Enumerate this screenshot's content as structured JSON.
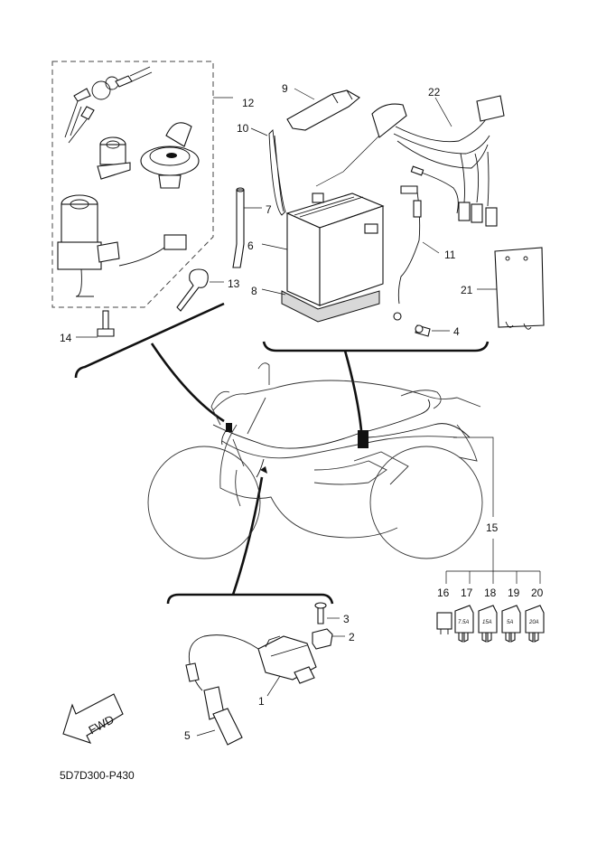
{
  "diagram": {
    "doc_id": "5D7D300-P430",
    "fwd_label": "FWD",
    "callouts": [
      "1",
      "2",
      "3",
      "4",
      "5",
      "6",
      "7",
      "8",
      "9",
      "10",
      "11",
      "12",
      "13",
      "14",
      "15",
      "16",
      "17",
      "18",
      "19",
      "20",
      "21",
      "22"
    ],
    "fuse_ratings": [
      "7.5A",
      "15A",
      "5A",
      "20A"
    ]
  }
}
